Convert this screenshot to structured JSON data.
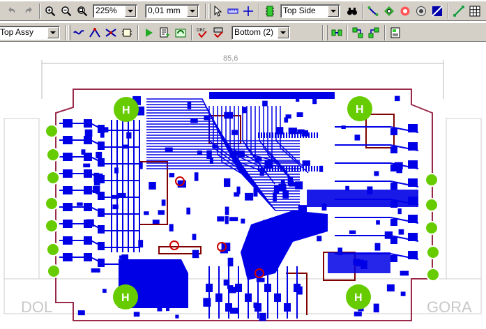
{
  "toolbar_top": {
    "zoom_value": "225%",
    "grid_value": "0,01 mm",
    "side_value": "Top Side",
    "icons": [
      "undo-icon",
      "redo-icon",
      "zoom-in-icon",
      "zoom-out-icon",
      "zoom-fit-icon",
      "select-arrow-icon",
      "measure-icon",
      "crosshair-icon",
      "layer-icon",
      "binoculars-icon",
      "route-icon",
      "via-icon",
      "pad-icon",
      "hole-icon",
      "copper-pour-icon",
      "dimension-icon",
      "grid-icon"
    ]
  },
  "toolbar_bottom": {
    "assembly_value": "Top Assy",
    "layer_value": "Bottom (2)",
    "icons": [
      "trace-icon",
      "autoroute-icon",
      "split-icon",
      "component-icon",
      "run-icon",
      "report-icon",
      "refresh-icon",
      "drc-icon",
      "check-icon",
      "netlist-icon",
      "connect-icon",
      "properties-icon"
    ]
  },
  "board": {
    "dimension_label": "85,6",
    "left_label": "DOL",
    "right_label": "GORA",
    "mount_hole_label": "H",
    "colors": {
      "copper": "#0000e6",
      "pad_green": "#66cc00",
      "outline": "#9a2a4a",
      "silk": "#800000",
      "background": "#ffffff"
    }
  }
}
